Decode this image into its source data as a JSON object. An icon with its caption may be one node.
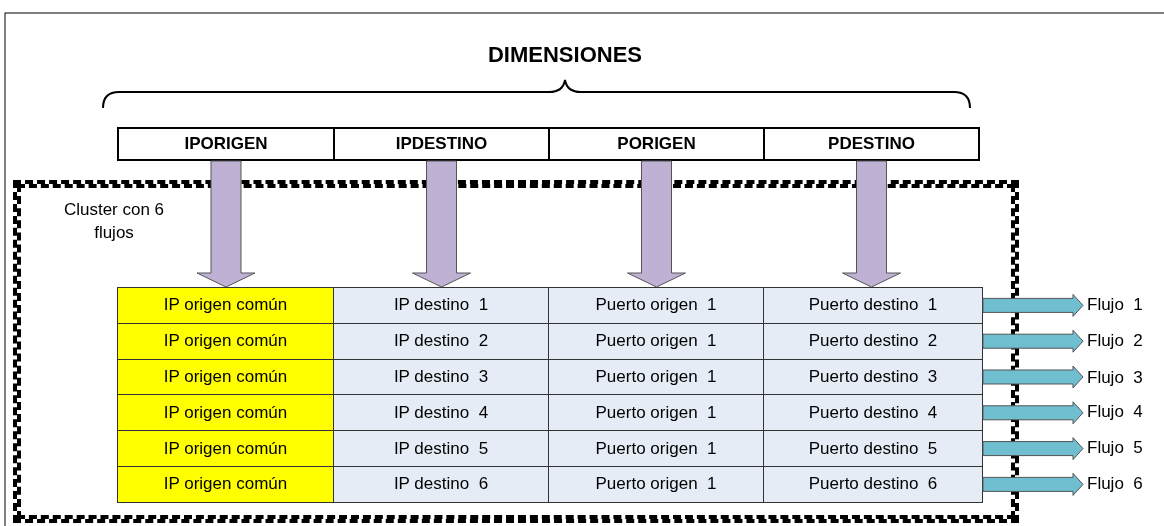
{
  "diagram": {
    "title": "DIMENSIONES",
    "nodes": [
      {
        "text": [
          "Cluster con 6 flujos"
        ]
      },
      {
        "text": [
          "IPORIGEN"
        ]
      },
      {
        "text": [
          "IPDESTINO"
        ]
      },
      {
        "text": [
          "PORIGEN"
        ]
      },
      {
        "text": [
          "PDESTINO"
        ]
      },
      {
        "text": [
          "IP origen común"
        ],
        "in": 0
      },
      {
        "text": [
          "IP destino  1"
        ],
        "in": 0
      },
      {
        "text": [
          "Puerto origen  1"
        ],
        "in": 0
      },
      {
        "text": [
          "Puerto destino  1"
        ],
        "in": 0
      },
      {
        "text": [
          "IP origen común"
        ],
        "in": 0
      },
      {
        "text": [
          "IP destino  2"
        ],
        "in": 0
      },
      {
        "text": [
          "Puerto origen  1"
        ],
        "in": 0
      },
      {
        "text": [
          "Puerto destino  2"
        ],
        "in": 0
      },
      {
        "text": [
          "IP origen común"
        ],
        "in": 0
      },
      {
        "text": [
          "IP destino  3"
        ],
        "in": 0
      },
      {
        "text": [
          "Puerto origen  1"
        ],
        "in": 0
      },
      {
        "text": [
          "Puerto destino  3"
        ],
        "in": 0
      },
      {
        "text": [
          "IP origen común"
        ],
        "in": 0
      },
      {
        "text": [
          "IP destino  4"
        ],
        "in": 0
      },
      {
        "text": [
          "Puerto origen  1"
        ],
        "in": 0
      },
      {
        "text": [
          "Puerto destino  4"
        ],
        "in": 0
      },
      {
        "text": [
          "IP origen común"
        ],
        "in": 0
      },
      {
        "text": [
          "IP destino  5"
        ],
        "in": 0
      },
      {
        "text": [
          "Puerto origen  1"
        ],
        "in": 0
      },
      {
        "text": [
          "Puerto destino  5"
        ],
        "in": 0
      },
      {
        "text": [
          "IP origen común"
        ],
        "in": 0
      },
      {
        "text": [
          "IP destino  6"
        ],
        "in": 0
      },
      {
        "text": [
          "Puerto origen  1"
        ],
        "in": 0
      },
      {
        "text": [
          "Puerto destino  6"
        ],
        "in": 0
      },
      {
        "text": [
          "Flujo  1"
        ]
      },
      {
        "text": [
          "Flujo  2"
        ]
      },
      {
        "text": [
          "Flujo  3"
        ]
      },
      {
        "text": [
          "Flujo  4"
        ]
      },
      {
        "text": [
          "Flujo  5"
        ]
      },
      {
        "text": [
          "Flujo  6"
        ]
      }
    ],
    "edges": [
      {
        "from": 1,
        "to": 5,
        "arrow": "to",
        "color": "#bfb1d4"
      },
      {
        "from": 2,
        "to": 6,
        "arrow": "to",
        "color": "#bfb1d4"
      },
      {
        "from": 3,
        "to": 7,
        "arrow": "to",
        "color": "#bfb1d4"
      },
      {
        "from": 4,
        "to": 8,
        "arrow": "to",
        "color": "#bfb1d4"
      },
      {
        "from": 8,
        "to": 29,
        "arrow": "to"
      },
      {
        "from": 12,
        "to": 30,
        "arrow": "to"
      },
      {
        "from": 16,
        "to": 31,
        "arrow": "to"
      },
      {
        "from": 20,
        "to": 32,
        "arrow": "to"
      },
      {
        "from": 24,
        "to": 33,
        "arrow": "to"
      },
      {
        "from": 28,
        "to": 34,
        "arrow": "to"
      }
    ]
  }
}
